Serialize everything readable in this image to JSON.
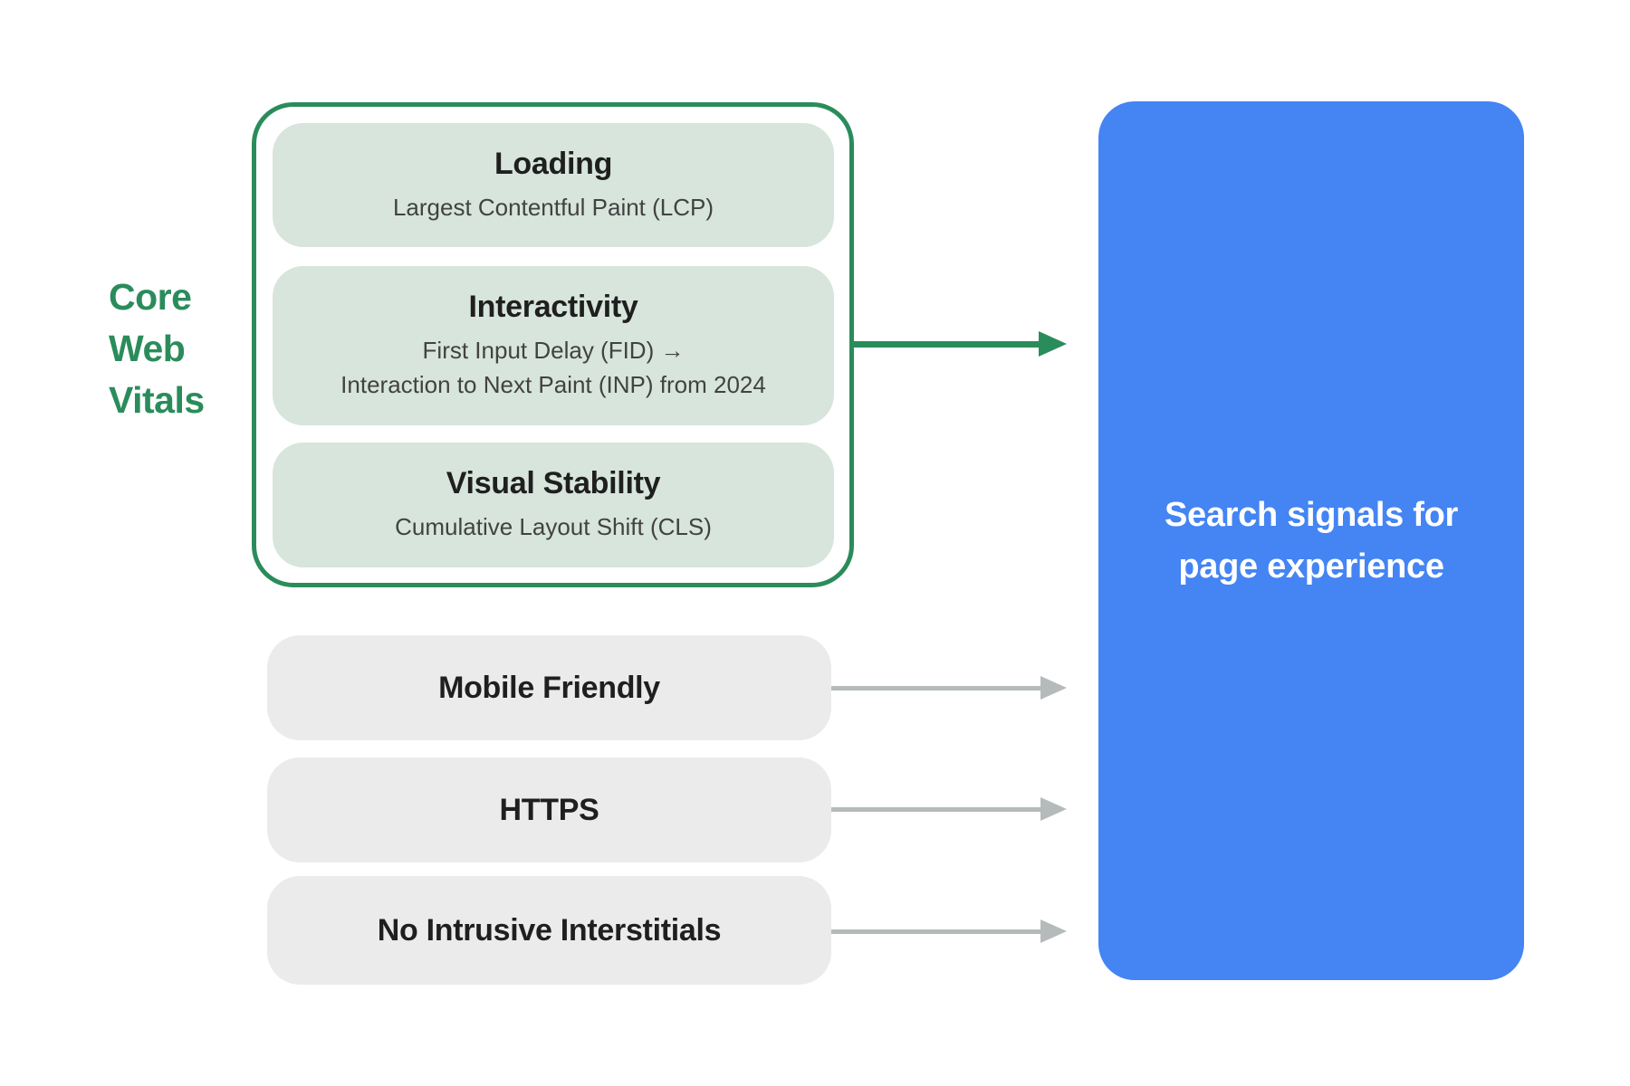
{
  "label": {
    "lines": [
      "Core",
      "Web",
      "Vitals"
    ]
  },
  "core_group": {
    "cards": [
      {
        "title": "Loading",
        "subtitle_lines": [
          "Largest Contentful Paint (LCP)"
        ]
      },
      {
        "title": "Interactivity",
        "subtitle_lines": [
          "First Input Delay (FID) →",
          "Interaction to Next Paint (INP) from 2024"
        ]
      },
      {
        "title": "Visual Stability",
        "subtitle_lines": [
          "Cumulative Layout Shift (CLS)"
        ]
      }
    ]
  },
  "signals": [
    {
      "title": "Mobile Friendly"
    },
    {
      "title": "HTTPS"
    },
    {
      "title": "No Intrusive Interstitials"
    }
  ],
  "target": {
    "title_lines": [
      "Search signals for",
      "page experience"
    ]
  },
  "colors": {
    "green": "#2A8C5B",
    "green_light": "#D7E5DC",
    "gray_card": "#EBEBEB",
    "blue": "#4484F3",
    "text_dark": "#1F1F1F",
    "text_sub": "#424242",
    "arrow_gray": "#B5BBBA",
    "white": "#FFFFFF"
  }
}
